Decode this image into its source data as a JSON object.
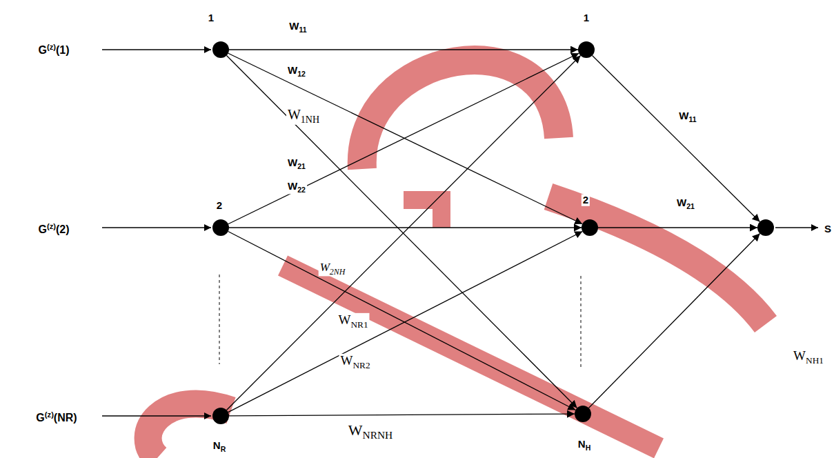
{
  "diagram": {
    "nodes": [
      {
        "text": [
          "1"
        ]
      },
      {
        "text": [
          "2"
        ]
      },
      {
        "text": [
          "NR"
        ]
      },
      {
        "text": [
          "1"
        ]
      },
      {
        "text": [
          "2"
        ]
      },
      {
        "text": [
          "NH"
        ]
      },
      {
        "text": [
          "S"
        ]
      }
    ],
    "edges": [
      {
        "from": 0,
        "to": 3,
        "arrow": "to",
        "label": "W11"
      },
      {
        "from": 0,
        "to": 4,
        "arrow": "to",
        "label": "W12"
      },
      {
        "from": 0,
        "to": 5,
        "arrow": "to",
        "label": "W1NH"
      },
      {
        "from": 1,
        "to": 3,
        "arrow": "to",
        "label": "W21"
      },
      {
        "from": 1,
        "to": 4,
        "arrow": "to",
        "label": "W22"
      },
      {
        "from": 1,
        "to": 5,
        "arrow": "to",
        "label": "W2NH"
      },
      {
        "from": 2,
        "to": 3,
        "arrow": "to",
        "label": "WNR1"
      },
      {
        "from": 2,
        "to": 4,
        "arrow": "to",
        "label": "WNR2"
      },
      {
        "from": 2,
        "to": 5,
        "arrow": "to",
        "label": "WNRNH"
      },
      {
        "from": 3,
        "to": 6,
        "arrow": "to",
        "label": "W11"
      },
      {
        "from": 4,
        "to": 6,
        "arrow": "to",
        "label": "W21"
      },
      {
        "from": 5,
        "to": 6,
        "arrow": "to",
        "label": "WNH1"
      }
    ],
    "labels": [
      "G(z)(1)",
      "G(z)(2)",
      "G(z)(NR)"
    ]
  }
}
